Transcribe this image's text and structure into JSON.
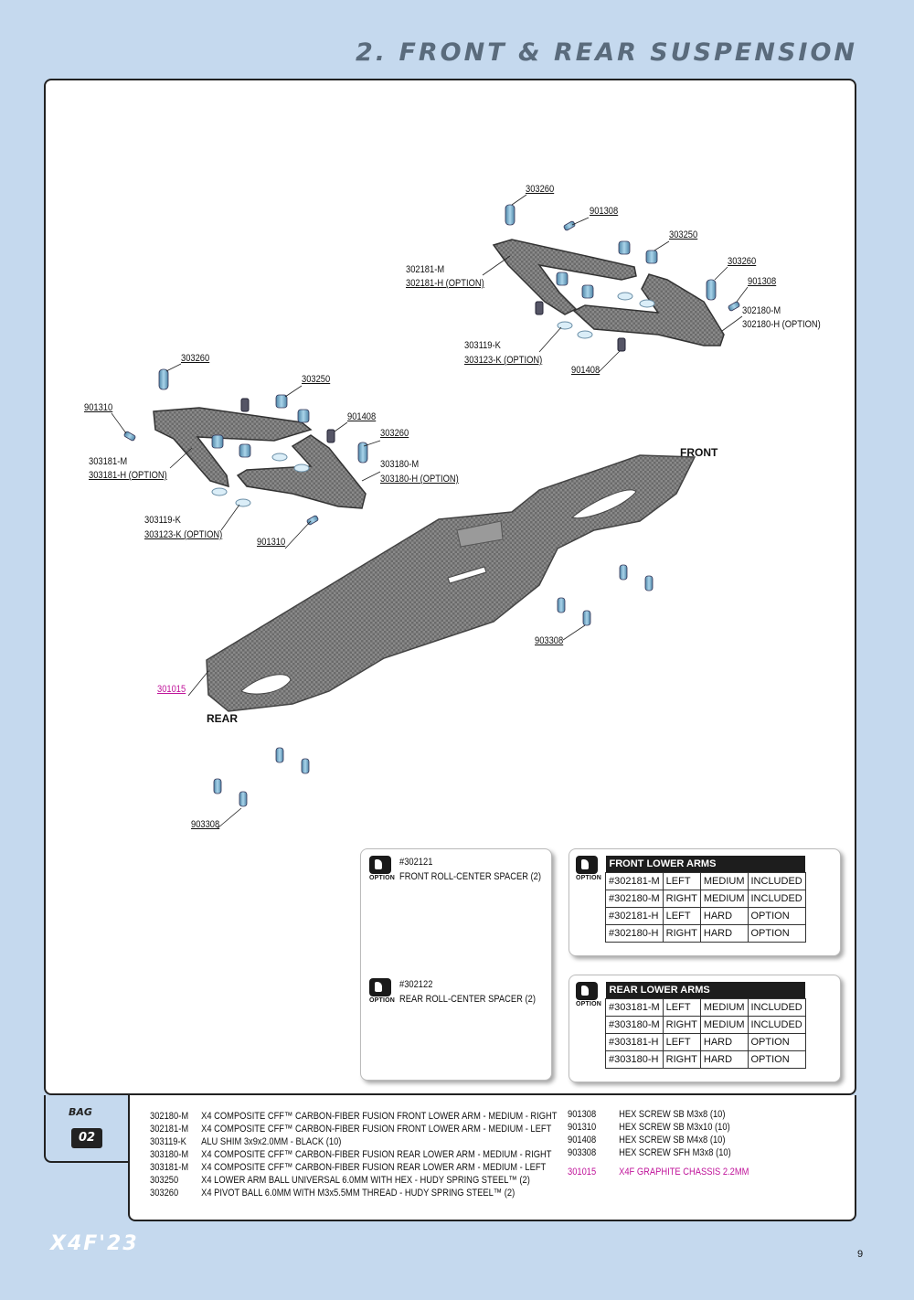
{
  "page_title": "2. FRONT & REAR SUSPENSION",
  "labels": {
    "rear_a_pivot_ball": "303260",
    "rear_a_arm_ball": "303250",
    "rear_a_screw": "901310",
    "rear_a_arm_left": "303181-M",
    "rear_a_arm_left_option": "303181-H (OPTION)",
    "rear_a_screw2": "901408",
    "rear_a_pivot_ball2": "303260",
    "rear_a_arm_right": "303180-M",
    "rear_a_arm_right_option": "303180-H (OPTION)",
    "rear_a_shim": "303119-K",
    "rear_a_shim_option": "303123-K (OPTION)",
    "rear_a_screw3": "901310",
    "front_pivot_ball": "303260",
    "front_screw": "901308",
    "front_arm_ball": "303250",
    "front_arm_left": "302181-M",
    "front_arm_left_option": "302181-H (OPTION)",
    "front_pivot_ball2": "303260",
    "front_screw2": "901308",
    "front_arm_right": "302180-M",
    "front_arm_right_option": "302180-H (OPTION)",
    "front_shim": "303119-K",
    "front_shim_option": "303123-K (OPTION)",
    "front_screw3": "901408",
    "chassis_screw_front": "903308",
    "chassis": "301015",
    "chassis_screw_rear": "903308",
    "front_dir": "FRONT",
    "rear_dir": "REAR"
  },
  "option_spacers": {
    "option_word": "OPTION",
    "front_part": "#302121",
    "front_desc": "FRONT ROLL-CENTER SPACER (2)",
    "rear_part": "#302122",
    "rear_desc": "REAR ROLL-CENTER SPACER (2)"
  },
  "front_lower_arms": {
    "header": "FRONT LOWER ARMS",
    "rows": [
      [
        "#302181-M",
        "LEFT",
        "MEDIUM",
        "INCLUDED"
      ],
      [
        "#302180-M",
        "RIGHT",
        "MEDIUM",
        "INCLUDED"
      ],
      [
        "#302181-H",
        "LEFT",
        "HARD",
        "OPTION"
      ],
      [
        "#302180-H",
        "RIGHT",
        "HARD",
        "OPTION"
      ]
    ]
  },
  "rear_lower_arms": {
    "header": "REAR LOWER ARMS",
    "rows": [
      [
        "#303181-M",
        "LEFT",
        "MEDIUM",
        "INCLUDED"
      ],
      [
        "#303180-M",
        "RIGHT",
        "MEDIUM",
        "INCLUDED"
      ],
      [
        "#303181-H",
        "LEFT",
        "HARD",
        "OPTION"
      ],
      [
        "#303180-H",
        "RIGHT",
        "HARD",
        "OPTION"
      ]
    ]
  },
  "bag": {
    "label": "BAG",
    "number": "02"
  },
  "parts_left": [
    {
      "code": "302180-M",
      "desc": "X4 COMPOSITE CFF™ CARBON-FIBER FUSION FRONT LOWER ARM - MEDIUM - RIGHT"
    },
    {
      "code": "302181-M",
      "desc": "X4 COMPOSITE CFF™ CARBON-FIBER FUSION FRONT LOWER ARM - MEDIUM - LEFT"
    },
    {
      "code": "303119-K",
      "desc": "ALU SHIM 3x9x2.0MM - BLACK (10)"
    },
    {
      "code": "303180-M",
      "desc": "X4 COMPOSITE CFF™ CARBON-FIBER FUSION REAR LOWER ARM - MEDIUM - RIGHT"
    },
    {
      "code": "303181-M",
      "desc": "X4 COMPOSITE CFF™ CARBON-FIBER FUSION REAR LOWER ARM - MEDIUM - LEFT"
    },
    {
      "code": "303250",
      "desc": "X4 LOWER ARM BALL UNIVERSAL 6.0MM WITH HEX - HUDY SPRING STEEL™ (2)"
    },
    {
      "code": "303260",
      "desc": "X4 PIVOT BALL 6.0MM WITH M3x5.5MM THREAD - HUDY SPRING STEEL™ (2)"
    }
  ],
  "parts_right": [
    {
      "code": "901308",
      "desc": "HEX SCREW SB M3x8 (10)"
    },
    {
      "code": "901310",
      "desc": "HEX SCREW SB M3x10 (10)"
    },
    {
      "code": "901408",
      "desc": "HEX SCREW SB M4x8 (10)"
    },
    {
      "code": "903308",
      "desc": "HEX SCREW SFH M3x8 (10)"
    }
  ],
  "parts_highlight": {
    "code": "301015",
    "desc": "X4F GRAPHITE CHASSIS 2.2MM"
  },
  "footer_logo": "X4F'23",
  "page_number": "9",
  "colors": {
    "background": "#c5d9ee",
    "highlight": "#c0139a",
    "part_blue": "#6fa8c7",
    "carbon": "#7a7a7a"
  }
}
